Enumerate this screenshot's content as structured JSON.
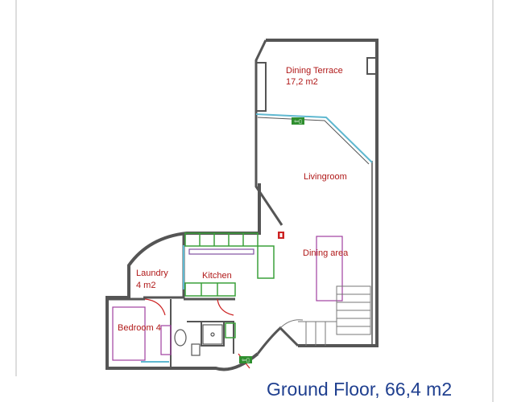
{
  "plan": {
    "caption": "Ground Floor, 66,4 m2",
    "rooms": {
      "dining_terrace": {
        "name": "Dining Terrace",
        "area": "17,2 m2"
      },
      "livingroom": {
        "name": "Livingroom"
      },
      "dining_area": {
        "name": "Dining area"
      },
      "laundry": {
        "name": "Laundry",
        "area": "4 m2"
      },
      "kitchen": {
        "name": "Kitchen"
      },
      "bedroom": {
        "name": "Bedroom 4"
      }
    },
    "colors": {
      "wall": "#555555",
      "window": "#5fb8d0",
      "kitchen_units": "#3aa03a",
      "furniture": "#a040a0",
      "door_swing": "#cc2222",
      "exit_sign": "#2f8f2f",
      "label": "#b01818",
      "caption": "#1f3f8f"
    },
    "icons": [
      "emergency-exit-icon",
      "fire-extinguisher-icon"
    ]
  }
}
